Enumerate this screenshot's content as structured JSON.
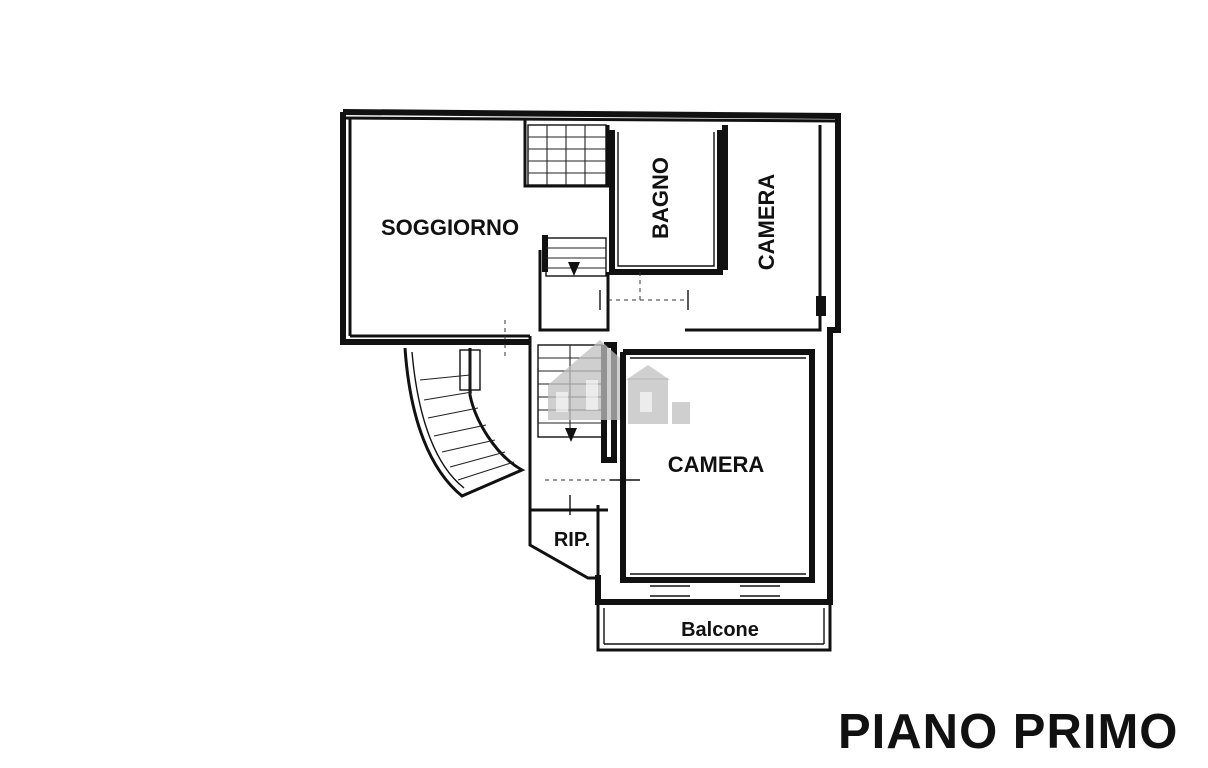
{
  "plan": {
    "title": "PIANO PRIMO",
    "rooms": {
      "soggiorno": "SOGGIORNO",
      "bagno": "BAGNO",
      "camera_top": "CAMERA",
      "camera_main": "CAMERA",
      "rip": "RIP.",
      "balcone": "Balcone"
    }
  }
}
